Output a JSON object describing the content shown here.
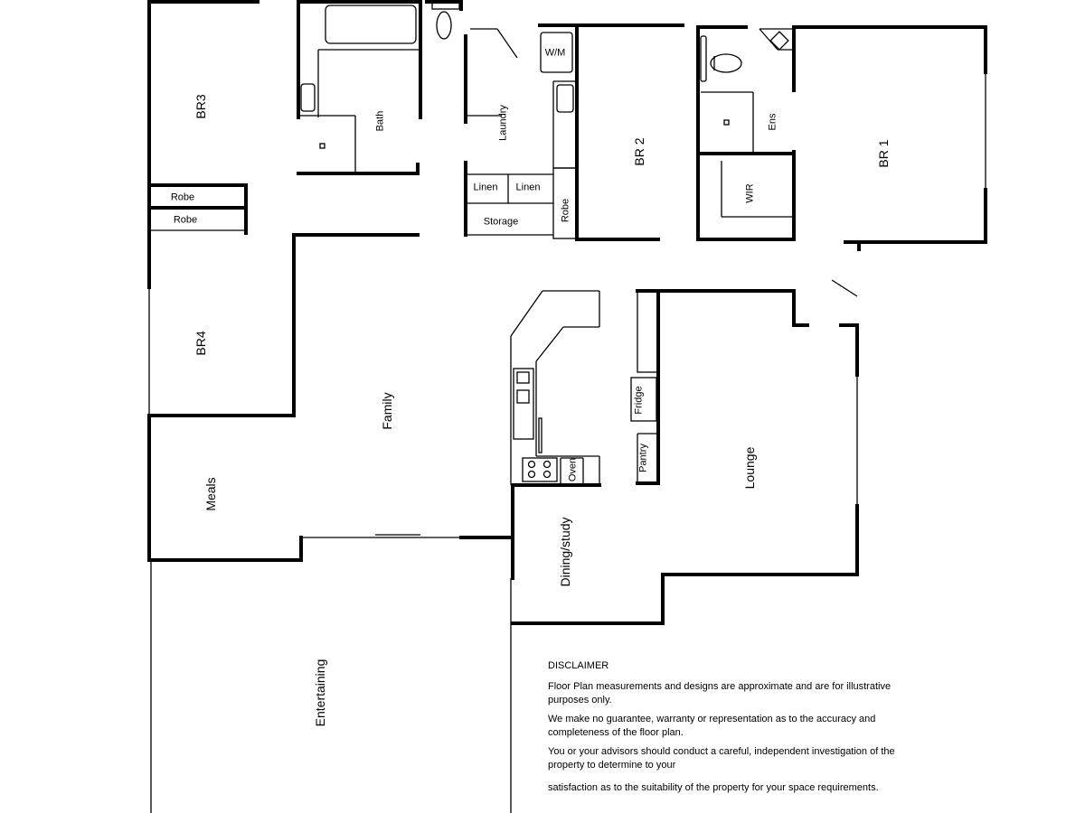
{
  "rooms": {
    "br3": "BR3",
    "bath": "Bath",
    "laundry": "Laundry",
    "wm": "W/M",
    "br2": "BR 2",
    "ens": "Ens",
    "br1": "BR 1",
    "wir": "WIR",
    "robe1": "Robe",
    "robe2": "Robe",
    "linen1": "Linen",
    "linen2": "Linen",
    "storage": "Storage",
    "robe3": "Robe",
    "br4": "BR4",
    "family": "Family",
    "meals": "Meals",
    "fridge": "Fridge",
    "pantry": "Pantry",
    "oven": "Oven",
    "lounge": "Lounge",
    "dining": "Dining/study",
    "entertaining": "Entertaining"
  },
  "disclaimer": {
    "title": "DISCLAIMER",
    "p1": "Floor Plan measurements and designs are approximate and are for illustrative purposes only.",
    "p2": "We make no guarantee, warranty or representation as to the accuracy and completeness of the floor plan.",
    "p3": "You or your advisors should conduct a careful, independent investigation of the property to determine to your",
    "p4": "satisfaction as to the suitability of the property for your space requirements."
  }
}
